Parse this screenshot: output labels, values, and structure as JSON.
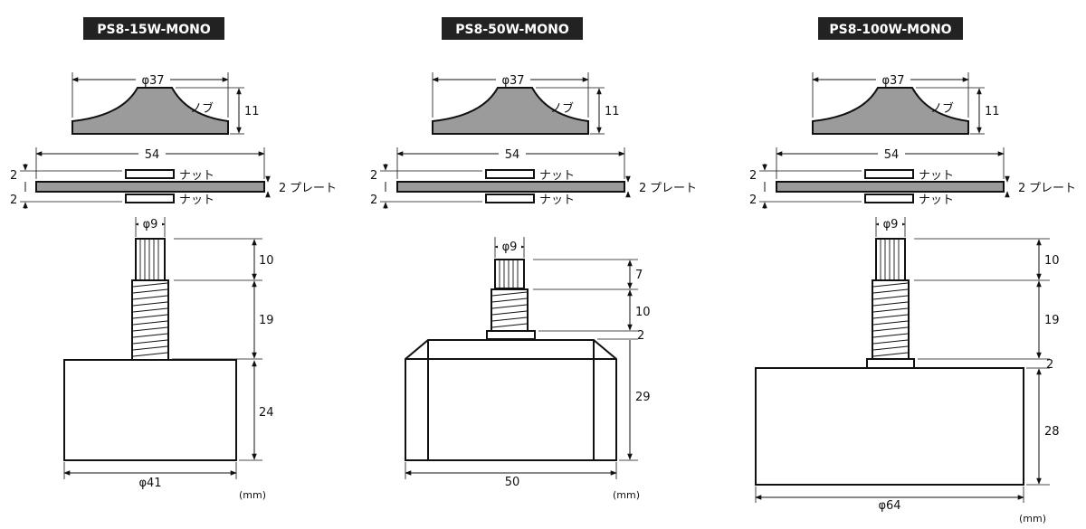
{
  "units": "(mm)",
  "labels": {
    "knob": "ノブ",
    "nut": "ナット",
    "plate": "プレート"
  },
  "colors": {
    "title_bg": "#222222",
    "part_gray": "#9b9b9b",
    "outline": "#111111"
  },
  "models": [
    {
      "title": "PS8-15W-MONO",
      "knob_diameter": "φ37",
      "knob_height": "11",
      "plate_width": "54",
      "nut_top": "2",
      "nut_bottom": "2",
      "plate_thickness": "2",
      "shaft_diameter": "φ9",
      "shaft_lengths": [
        "10",
        "19"
      ],
      "body_height": "24",
      "body_width": "φ41"
    },
    {
      "title": "PS8-50W-MONO",
      "knob_diameter": "φ37",
      "knob_height": "11",
      "plate_width": "54",
      "nut_top": "2",
      "nut_bottom": "2",
      "plate_thickness": "2",
      "shaft_diameter": "φ9",
      "shaft_lengths": [
        "7",
        "10",
        "2"
      ],
      "body_height": "29",
      "body_width": "50"
    },
    {
      "title": "PS8-100W-MONO",
      "knob_diameter": "φ37",
      "knob_height": "11",
      "plate_width": "54",
      "nut_top": "2",
      "nut_bottom": "2",
      "plate_thickness": "2",
      "shaft_diameter": "φ9",
      "shaft_lengths": [
        "10",
        "19",
        "2"
      ],
      "body_height": "28",
      "body_width": "φ64"
    }
  ]
}
